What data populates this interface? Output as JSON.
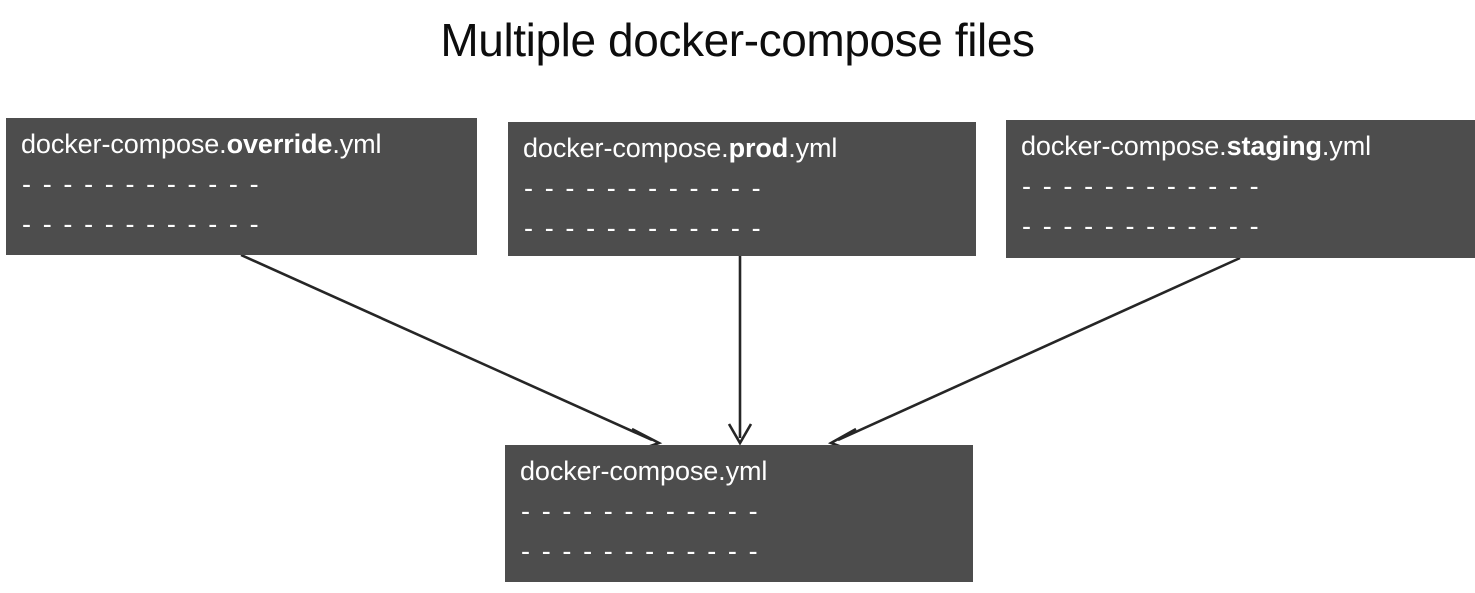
{
  "title": "Multiple docker-compose files",
  "colors": {
    "box_fill": "#4d4d4d",
    "box_text": "#ffffff",
    "title_text": "#0d0d0d",
    "arrow": "#262626",
    "background": "#ffffff"
  },
  "dash_row": "- - - - - - - - - - - -",
  "boxes": [
    {
      "id": "override",
      "prefix": "docker-compose.",
      "emphasis": "override",
      "suffix": ".yml",
      "full_name": "docker-compose.override.yml",
      "line_1": "- - - - - - - - - - - -",
      "line_2": "- - - - - - - - - - - -"
    },
    {
      "id": "prod",
      "prefix": "docker-compose.",
      "emphasis": "prod",
      "suffix": ".yml",
      "full_name": "docker-compose.prod.yml",
      "line_1": "- - - - - - - - - - - -",
      "line_2": "- - - - - - - - - - - -"
    },
    {
      "id": "staging",
      "prefix": "docker-compose.",
      "emphasis": "staging",
      "suffix": ".yml",
      "full_name": "docker-compose.staging.yml",
      "line_1": "- - - - - - - - - - - -",
      "line_2": "- - - - - - - - - - - -"
    },
    {
      "id": "base",
      "prefix": "docker-compose.yml",
      "emphasis": "",
      "suffix": "",
      "full_name": "docker-compose.yml",
      "line_1": "- - - - - - - - - - - -",
      "line_2": "- - - - - - - - - - - -"
    }
  ],
  "arrows": [
    {
      "id": "override-to-base",
      "from": "docker-compose.override.yml",
      "to": "docker-compose.yml",
      "direction": "down-right"
    },
    {
      "id": "prod-to-base",
      "from": "docker-compose.prod.yml",
      "to": "docker-compose.yml",
      "direction": "down"
    },
    {
      "id": "staging-to-base",
      "from": "docker-compose.staging.yml",
      "to": "docker-compose.yml",
      "direction": "down-left"
    }
  ]
}
